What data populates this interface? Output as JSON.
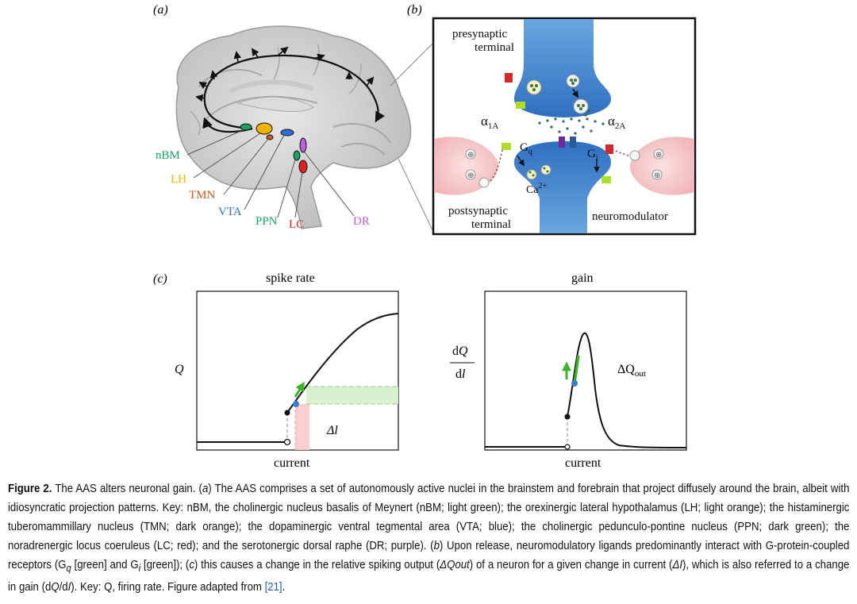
{
  "panel_a": {
    "label": "(a)",
    "nuclei": [
      {
        "name": "nBM",
        "color": "#1aa060"
      },
      {
        "name": "LH",
        "color": "#f0b400"
      },
      {
        "name": "TMN",
        "color": "#c85a1a"
      },
      {
        "name": "VTA",
        "color": "#2a6fd6"
      },
      {
        "name": "PPN",
        "color": "#1aa060"
      },
      {
        "name": "LC",
        "color": "#e02020"
      },
      {
        "name": "DR",
        "color": "#c060e0"
      }
    ]
  },
  "panel_b": {
    "label": "(b)",
    "presynaptic": "presynaptic",
    "presynaptic_terminal": "terminal",
    "postsynaptic": "postsynaptic",
    "postsynaptic_terminal": "terminal",
    "neuromodulator": "neuromodulator",
    "alpha": "α",
    "alpha1_sub": "1A",
    "alpha2_sub": "2A",
    "gq": "G",
    "gq_sub": "q",
    "gi": "G",
    "gi_sub": "i",
    "ca": "Ca",
    "ca_sup": "2+"
  },
  "panel_c": {
    "label": "(c)",
    "left_title": "spike rate",
    "left_ylabel": "Q",
    "left_xlabel": "current",
    "left_delta": "Δl",
    "right_title": "gain",
    "right_ylabel_num": "dQ",
    "right_ylabel_den": "dl",
    "right_xlabel": "current",
    "right_delta": "ΔQ",
    "right_delta_sub": "out"
  },
  "caption": {
    "figure_label": "Figure 2.",
    "text1": " The AAS alters neuronal gain. (",
    "a": "a",
    "text2": ") The AAS comprises a set of autonomously active nuclei in the brainstem and forebrain that project diffusely around the brain, albeit with idiosyncratic projection patterns. Key: nBM, the cholinergic nucleus basalis of Meynert (nBM; light green); the orexinergic lateral hypothalamus (LH; light orange); the histaminergic tuberomammillary nucleus (TMN; dark orange); the dopaminergic ventral tegmental area (VTA; blue); the cholinergic pedunculo-pontine nucleus (PPN; dark green); the noradrenergic locus coeruleus (LC; red); and the serotonergic dorsal raphe (DR; purple). (",
    "b": "b",
    "text3": ") Upon release, neuromodulatory ligands predominantly interact with G-protein-coupled receptors (G",
    "q": "q",
    "text4": " [green] and G",
    "i": "i",
    "text5": " [green]); (",
    "c": "c",
    "text6": ") this causes a change in the relative spiking output (",
    "dq": "ΔQout",
    "text7": ") of a neuron for a given change in current (",
    "dl": "ΔI",
    "text8": "), which is also referred to a change in gain (d",
    "Q": "Q",
    "slash": "/d",
    "I": "I",
    "text9": "). Key: Q, firing rate. Figure adapted from ",
    "ref": "[21]",
    "text10": "."
  }
}
